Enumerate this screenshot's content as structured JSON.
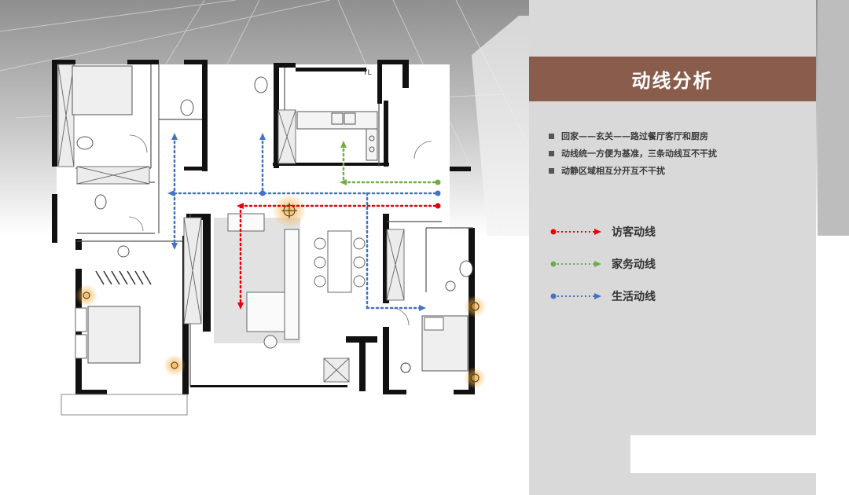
{
  "title": "动线分析",
  "bullets": [
    "回家——玄关——路过餐厅客厅和厨房",
    "动线统一方便为基准，三条动线互不干扰",
    "动静区域相互分开互不干扰"
  ],
  "legend": [
    {
      "label": "访客动线",
      "color": "#e8000b"
    },
    {
      "label": "家务动线",
      "color": "#70ad47"
    },
    {
      "label": "生活动线",
      "color": "#4472c4"
    }
  ],
  "plan_labels": {
    "yl": "YL"
  },
  "colors": {
    "title_band": "#8a5c4c",
    "panel": "#d9d9d9",
    "wall": "#111111",
    "light_glow": "#f5b041"
  }
}
